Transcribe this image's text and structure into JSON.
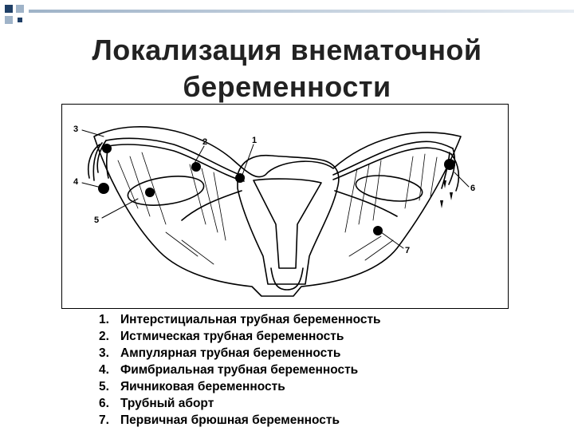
{
  "title": {
    "line1": "Локализация внематочной",
    "line2": "беременности"
  },
  "figure": {
    "callouts": [
      "1",
      "2",
      "3",
      "4",
      "5",
      "6",
      "7"
    ]
  },
  "legend": [
    {
      "num": "1.",
      "text": "Интерстициальная трубная беременность"
    },
    {
      "num": "2.",
      "text": "Истмическая трубная беременность"
    },
    {
      "num": "3.",
      "text": "Ампулярная трубная беременность"
    },
    {
      "num": "4.",
      "text": "Фимбриальная трубная беременность"
    },
    {
      "num": "5.",
      "text": "Яичниковая беременность"
    },
    {
      "num": "6.",
      "text": "Трубный аборт"
    },
    {
      "num": "7.",
      "text": "Первичная брюшная беременность"
    }
  ],
  "colors": {
    "accent": "#1f3f66",
    "accent_light": "#9fb3c8",
    "title_text": "#222222"
  }
}
